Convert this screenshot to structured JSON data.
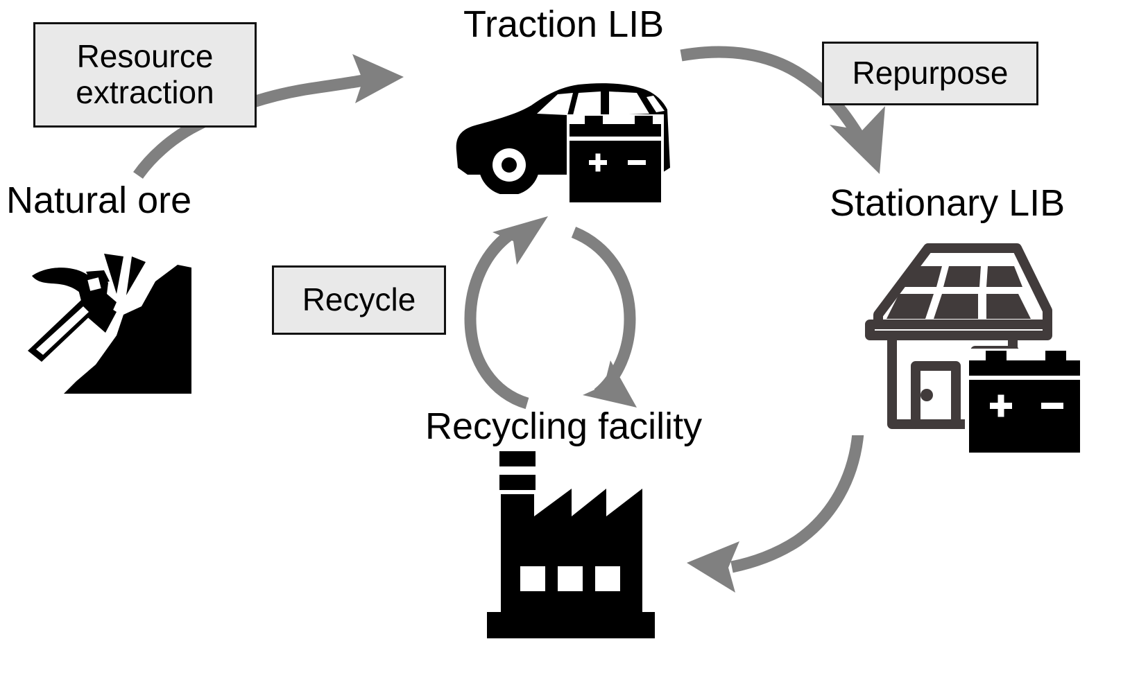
{
  "figure": {
    "type": "circular-economy-flow-diagram",
    "background_color": "#ffffff",
    "arrow_color": "#808080",
    "box_fill_color": "#e9e9e9",
    "box_border_color": "#111111",
    "icon_color": "#000000",
    "house_icon_color": "#413b3b"
  },
  "process_boxes": [
    {
      "id": "resource-extraction",
      "label": "Resource\nextraction"
    },
    {
      "id": "repurpose",
      "label": "Repurpose"
    },
    {
      "id": "recycle",
      "label": "Recycle"
    }
  ],
  "stage_labels": [
    {
      "id": "natural-ore",
      "label": "Natural ore"
    },
    {
      "id": "traction-lib",
      "label": "Traction LIB"
    },
    {
      "id": "stationary-lib",
      "label": "Stationary LIB"
    },
    {
      "id": "recycling-facility",
      "label": "Recycling facility"
    }
  ],
  "icons": [
    {
      "id": "mining-pickaxe-icon",
      "name": "mining-pickaxe-icon",
      "depicts": "pickaxe striking ore rock face"
    },
    {
      "id": "electric-car-icon",
      "name": "electric-car-icon",
      "depicts": "car side view"
    },
    {
      "id": "car-battery-icon",
      "name": "car-battery-icon",
      "depicts": "battery with plus and minus terminals"
    },
    {
      "id": "solar-house-icon",
      "name": "solar-house-icon",
      "depicts": "house with rooftop solar panels"
    },
    {
      "id": "house-battery-icon",
      "name": "house-battery-icon",
      "depicts": "battery with plus and minus terminals"
    },
    {
      "id": "factory-icon",
      "name": "factory-icon",
      "depicts": "factory with smokestack and sawtooth roof"
    }
  ],
  "flow_arrows": [
    {
      "id": "ore-to-traction",
      "from": "Natural ore",
      "to": "Traction LIB",
      "label": "Resource extraction"
    },
    {
      "id": "traction-to-stationary",
      "from": "Traction LIB",
      "to": "Stationary LIB",
      "label": "Repurpose"
    },
    {
      "id": "stationary-to-recycling",
      "from": "Stationary LIB",
      "to": "Recycling facility",
      "label": ""
    },
    {
      "id": "recycling-to-traction",
      "from": "Recycling facility",
      "to": "Traction LIB",
      "label": "Recycle"
    },
    {
      "id": "traction-to-recycling",
      "from": "Traction LIB",
      "to": "Recycling facility",
      "label": "Recycle"
    }
  ]
}
